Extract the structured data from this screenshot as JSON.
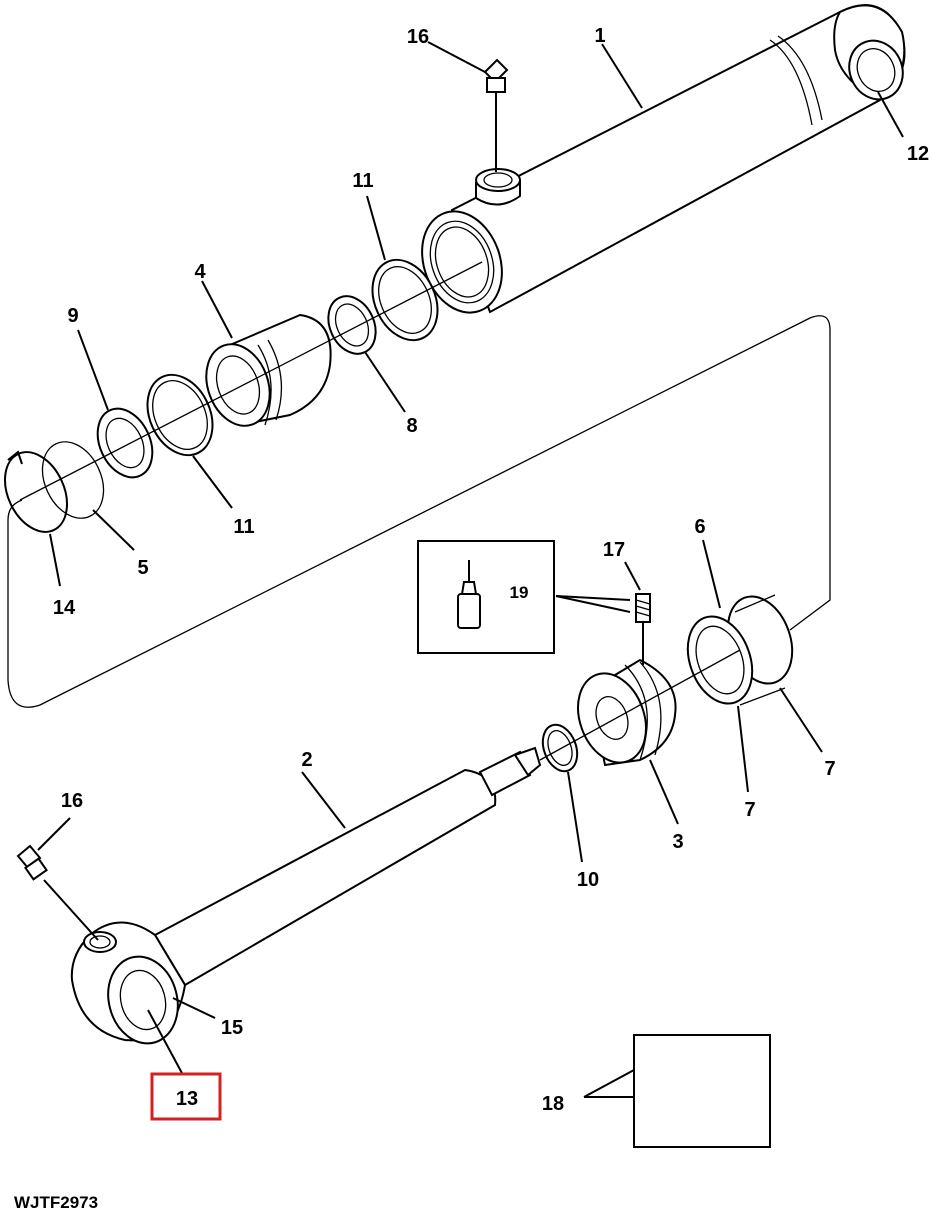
{
  "figure_ref": "WJTF2973",
  "highlighted_callout": "13",
  "highlight_color": "#d42020",
  "callouts": {
    "c1": "1",
    "c2": "2",
    "c3": "3",
    "c4": "4",
    "c5": "5",
    "c6": "6",
    "c7a": "7",
    "c7b": "7",
    "c8": "8",
    "c9": "9",
    "c10": "10",
    "c11a": "11",
    "c11b": "11",
    "c12": "12",
    "c13": "13",
    "c14": "14",
    "c15": "15",
    "c16a": "16",
    "c16b": "16",
    "c17": "17",
    "c18": "18",
    "c19": "19"
  }
}
